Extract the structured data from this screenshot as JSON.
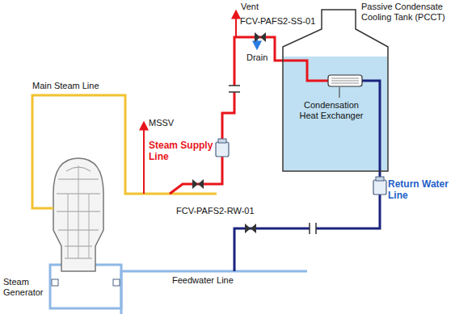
{
  "diagram": {
    "nodes": [
      {
        "text": [
          "Passive Condensate Cooling Tank (PCCT)"
        ]
      }
    ],
    "labels": [
      "Vent",
      "FCV-PAFS2-SS-01",
      "Main Steam Line",
      "MSSV",
      "Steam Supply Line",
      "Drain",
      "Condensation Heat Exchanger",
      "Steam Generator",
      "FCV-PAFS2-RW-01",
      "Return Water Line",
      "Feedwater Line"
    ]
  }
}
